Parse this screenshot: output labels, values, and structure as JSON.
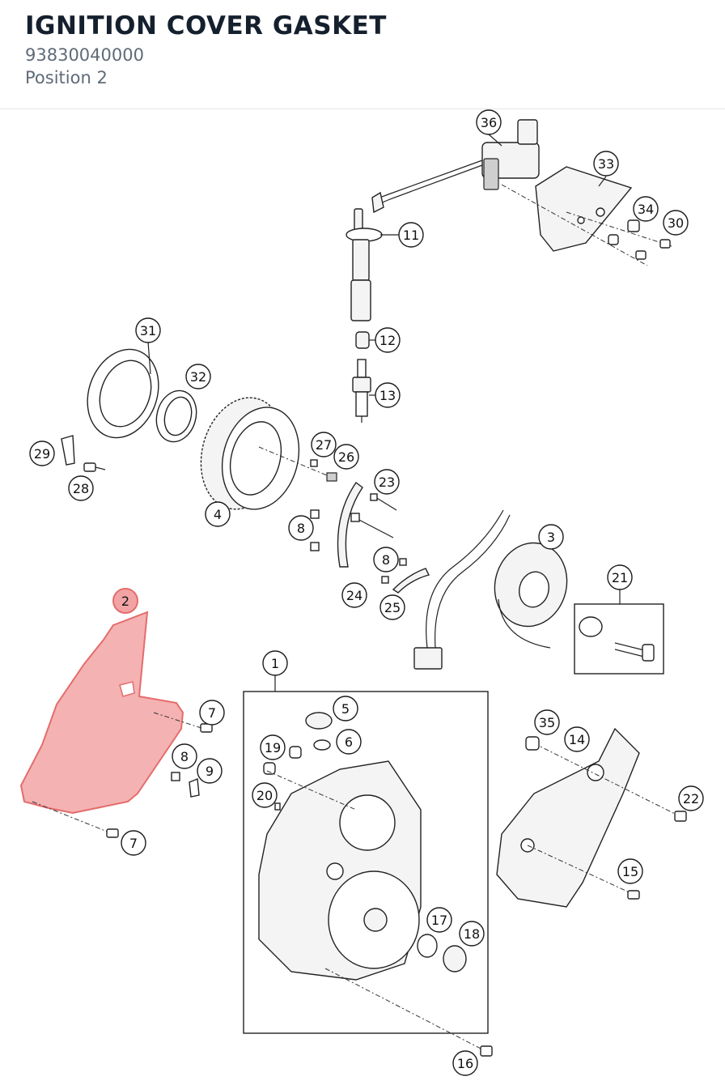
{
  "header": {
    "title": "IGNITION COVER GASKET",
    "part_number": "93830040000",
    "position": "Position 2"
  },
  "highlight_color": "#f2a4a4",
  "callouts": {
    "c1": "1",
    "c2": "2",
    "c3": "3",
    "c4": "4",
    "c5": "5",
    "c6": "6",
    "c7a": "7",
    "c7b": "7",
    "c8a": "8",
    "c8b": "8",
    "c8c": "8",
    "c9": "9",
    "c11": "11",
    "c12": "12",
    "c13": "13",
    "c14": "14",
    "c15": "15",
    "c16": "16",
    "c17": "17",
    "c18": "18",
    "c19": "19",
    "c20": "20",
    "c21": "21",
    "c22": "22",
    "c23": "23",
    "c24": "24",
    "c25": "25",
    "c26": "26",
    "c27": "27",
    "c28": "28",
    "c29": "29",
    "c30": "30",
    "c31": "31",
    "c32": "32",
    "c33": "33",
    "c34": "34",
    "c35": "35",
    "c36": "36"
  }
}
